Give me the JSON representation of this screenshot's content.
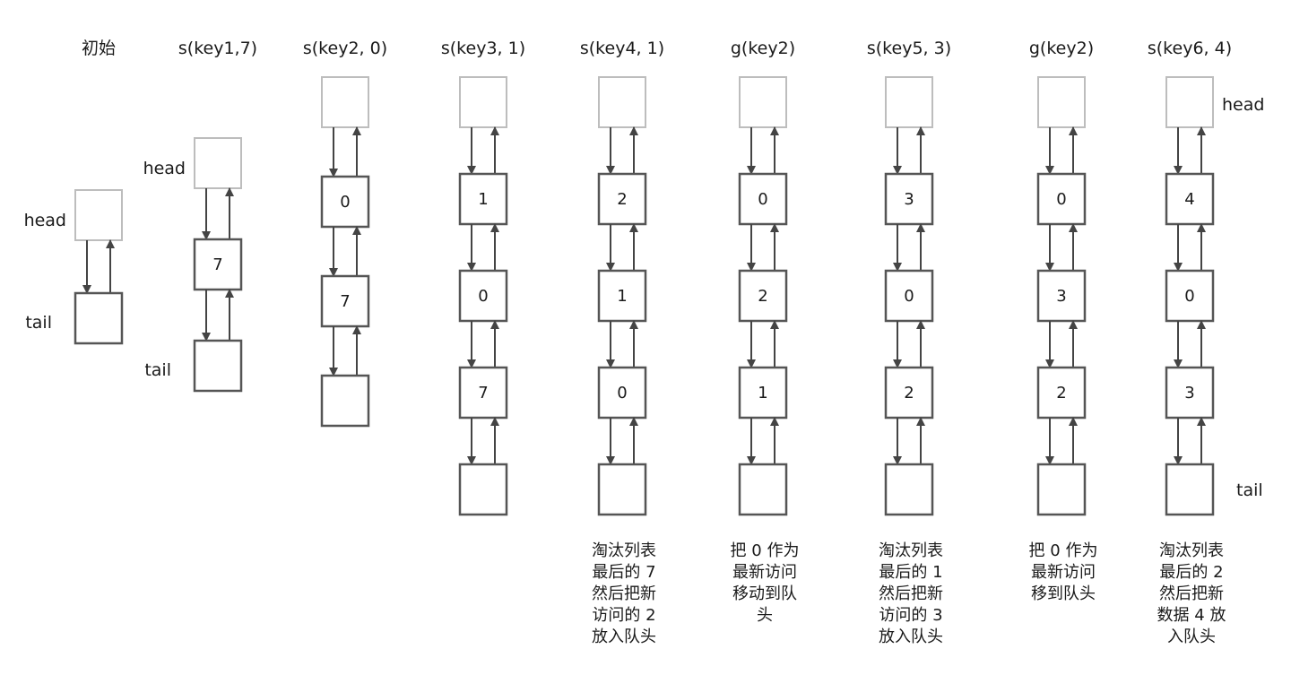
{
  "steps": [
    {
      "title": "初始",
      "nodes": [
        {
          "role": "head",
          "value": ""
        },
        {
          "role": "tail",
          "value": ""
        }
      ],
      "labels": {
        "head": "head",
        "tail": "tail"
      },
      "note": []
    },
    {
      "title": "s(key1,7)",
      "nodes": [
        {
          "role": "head",
          "value": ""
        },
        {
          "role": "data",
          "value": "7"
        },
        {
          "role": "tail",
          "value": ""
        }
      ],
      "labels": {
        "head": "head",
        "tail": "tail"
      },
      "note": []
    },
    {
      "title": "s(key2, 0)",
      "nodes": [
        {
          "role": "head",
          "value": ""
        },
        {
          "role": "data",
          "value": "0"
        },
        {
          "role": "data",
          "value": "7"
        },
        {
          "role": "tail",
          "value": ""
        }
      ],
      "labels": {},
      "note": []
    },
    {
      "title": "s(key3, 1)",
      "nodes": [
        {
          "role": "head",
          "value": ""
        },
        {
          "role": "data",
          "value": "1"
        },
        {
          "role": "data",
          "value": "0"
        },
        {
          "role": "data",
          "value": "7"
        },
        {
          "role": "tail",
          "value": ""
        }
      ],
      "labels": {},
      "note": []
    },
    {
      "title": "s(key4, 1)",
      "nodes": [
        {
          "role": "head",
          "value": ""
        },
        {
          "role": "data",
          "value": "2"
        },
        {
          "role": "data",
          "value": "1"
        },
        {
          "role": "data",
          "value": "0"
        },
        {
          "role": "tail",
          "value": ""
        }
      ],
      "labels": {},
      "note": [
        "淘汰列表",
        "最后的 7",
        "然后把新",
        "访问的 2",
        "放入队头"
      ]
    },
    {
      "title": "g(key2)",
      "nodes": [
        {
          "role": "head",
          "value": ""
        },
        {
          "role": "data",
          "value": "0"
        },
        {
          "role": "data",
          "value": "2"
        },
        {
          "role": "data",
          "value": "1"
        },
        {
          "role": "tail",
          "value": ""
        }
      ],
      "labels": {},
      "note": [
        "把 0 作为",
        "最新访问",
        "移动到队",
        "头"
      ]
    },
    {
      "title": "s(key5, 3)",
      "nodes": [
        {
          "role": "head",
          "value": ""
        },
        {
          "role": "data",
          "value": "3"
        },
        {
          "role": "data",
          "value": "0"
        },
        {
          "role": "data",
          "value": "2"
        },
        {
          "role": "tail",
          "value": ""
        }
      ],
      "labels": {},
      "note": [
        "淘汰列表",
        "最后的 1",
        "然后把新",
        "访问的 3",
        "放入队头"
      ]
    },
    {
      "title": "g(key2)",
      "nodes": [
        {
          "role": "head",
          "value": ""
        },
        {
          "role": "data",
          "value": "0"
        },
        {
          "role": "data",
          "value": "3"
        },
        {
          "role": "data",
          "value": "2"
        },
        {
          "role": "tail",
          "value": ""
        }
      ],
      "labels": {},
      "note": [
        "把 0 作为",
        "最新访问",
        "移到队头"
      ]
    },
    {
      "title": "s(key6, 4)",
      "nodes": [
        {
          "role": "head",
          "value": ""
        },
        {
          "role": "data",
          "value": "4"
        },
        {
          "role": "data",
          "value": "0"
        },
        {
          "role": "data",
          "value": "3"
        },
        {
          "role": "tail",
          "value": ""
        }
      ],
      "labels": {
        "head": "head",
        "tail": "tail"
      },
      "note": [
        "淘汰列表",
        "最后的 2",
        "然后把新",
        "数据 4 放",
        "入队头"
      ]
    }
  ],
  "colors": {
    "head_border": "#bdbdbd",
    "node_border": "#555555",
    "arrow": "#444444",
    "text": "#1a1a1a"
  }
}
